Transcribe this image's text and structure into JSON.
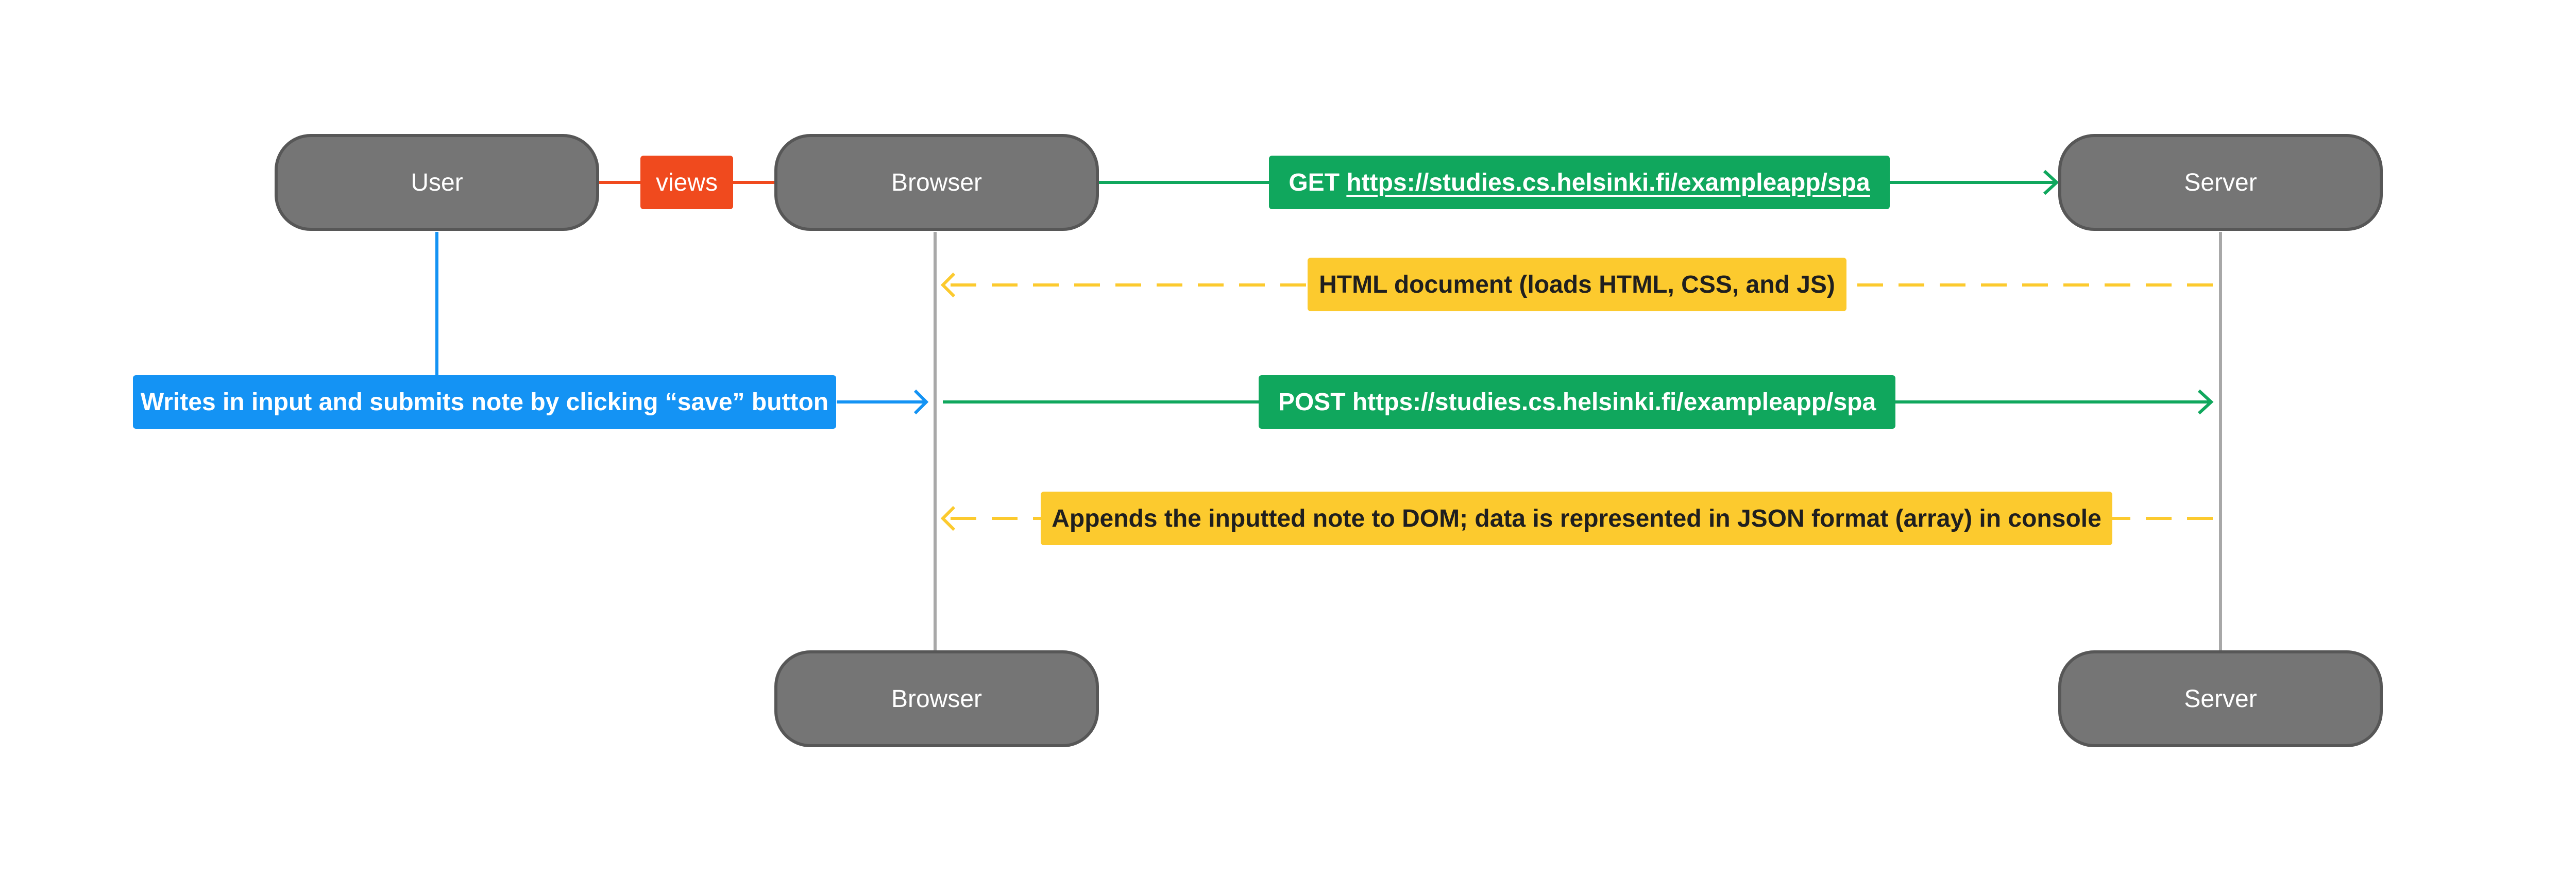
{
  "nodes": {
    "user": "User",
    "browser_top": "Browser",
    "server_top": "Server",
    "browser_bottom": "Browser",
    "server_bottom": "Server"
  },
  "messages": {
    "views": "views",
    "get_method": "GET",
    "get_url": "https://studies.cs.helsinki.fi/exampleapp/spa",
    "html_document": "HTML document (loads HTML, CSS, and JS)",
    "user_action": "Writes in input and submits note by clicking “save” button",
    "post_request": "POST https://studies.cs.helsinki.fi/exampleapp/spa",
    "append_note": "Appends the inputted note to DOM; data is represented in JSON format (array) in console"
  },
  "colors": {
    "node_fill": "#757575",
    "node_border": "#575757",
    "request": "#10a75d",
    "response": "#fcca2e",
    "user_action": "#1493f4",
    "views": "#f04a1e",
    "lifeline": "#a8a8a8"
  }
}
